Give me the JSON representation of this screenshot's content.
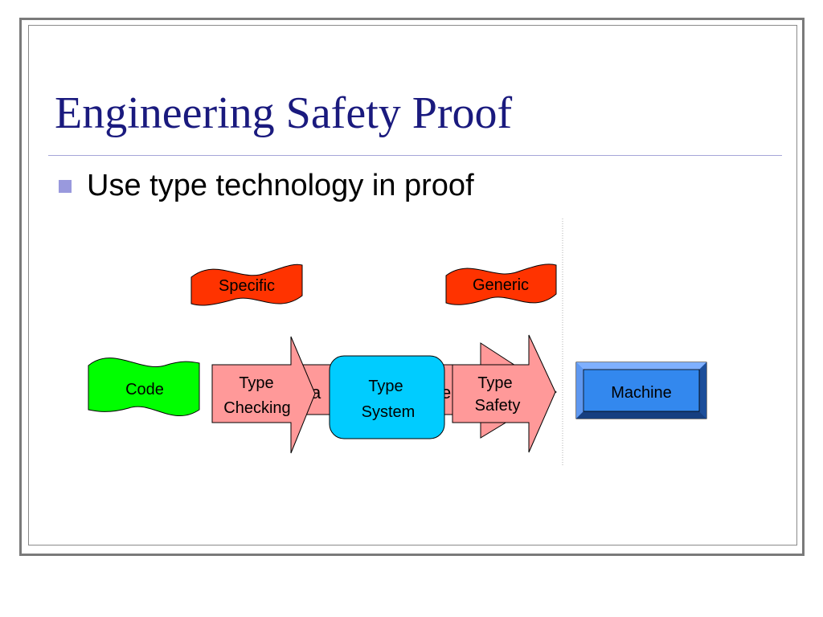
{
  "slide": {
    "title": "Engineering Safety Proof",
    "bullet": "Use type technology in proof"
  },
  "diagram": {
    "flags": {
      "specific": "Specific",
      "generic": "Generic",
      "code": "Code"
    },
    "arrows": {
      "type_checking": [
        "Type",
        "Checking"
      ],
      "type_safety": [
        "Type",
        "Safety"
      ],
      "hidden_fragment_left": "sa",
      "hidden_fragment_right": "e"
    },
    "type_system": [
      "Type",
      "System"
    ],
    "machine": "Machine"
  },
  "colors": {
    "title": "#1a1a7e",
    "flag_red": "#ff3300",
    "flag_green": "#00ff00",
    "arrow_pink": "#ff9999",
    "type_system_cyan": "#00ccff",
    "machine_blue": "#3388ee",
    "bullet": "#9999dd"
  }
}
